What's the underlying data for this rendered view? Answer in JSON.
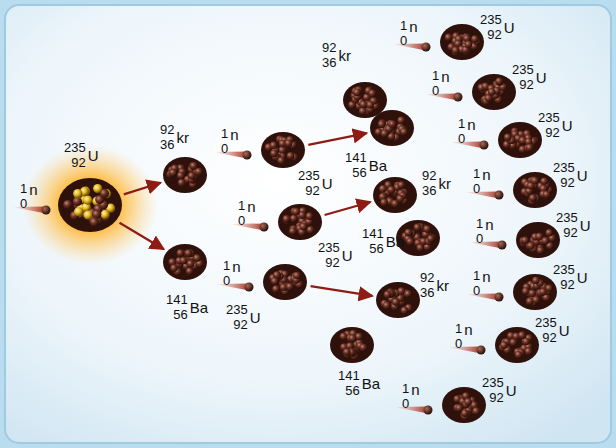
{
  "diagram": {
    "nodes": [
      {
        "text": [
          "235",
          "92",
          "U"
        ]
      },
      {
        "text": [
          "92",
          "36",
          "kr"
        ]
      },
      {
        "text": [
          "141",
          "56",
          "Ba"
        ]
      },
      {
        "text": [
          "235",
          "92",
          "U"
        ]
      },
      {
        "text": [
          "235",
          "92",
          "U"
        ]
      },
      {
        "text": [
          "235",
          "92",
          "U"
        ]
      },
      {
        "text": [
          "92",
          "36",
          "kr"
        ]
      },
      {
        "text": [
          "141",
          "56",
          "Ba"
        ]
      },
      {
        "text": [
          "92",
          "36",
          "kr"
        ]
      },
      {
        "text": [
          "141",
          "56",
          "Ba"
        ]
      },
      {
        "text": [
          "92",
          "36",
          "kr"
        ]
      },
      {
        "text": [
          "141",
          "56",
          "Ba"
        ]
      },
      {
        "text": [
          "235",
          "92",
          "U"
        ]
      },
      {
        "text": [
          "235",
          "92",
          "U"
        ]
      },
      {
        "text": [
          "235",
          "92",
          "U"
        ]
      },
      {
        "text": [
          "235",
          "92",
          "U"
        ]
      },
      {
        "text": [
          "235",
          "92",
          "U"
        ]
      },
      {
        "text": [
          "235",
          "92",
          "U"
        ]
      },
      {
        "text": [
          "235",
          "92",
          "U"
        ]
      },
      {
        "text": [
          "235",
          "92",
          "U"
        ]
      }
    ],
    "edges": [
      {
        "from": 0,
        "to": 1,
        "arrow": "to"
      },
      {
        "from": 0,
        "to": 2,
        "arrow": "to"
      },
      {
        "from": 3,
        "to": 7,
        "arrow": "to"
      },
      {
        "from": 4,
        "to": 8,
        "arrow": "to"
      },
      {
        "from": 5,
        "to": 10,
        "arrow": "to"
      }
    ],
    "labels": [
      "1",
      "0",
      "n",
      "1",
      "0",
      "n",
      "1",
      "0",
      "n",
      "1",
      "0",
      "n",
      "1",
      "0",
      "n",
      "1",
      "0",
      "n",
      "1",
      "0",
      "n",
      "1",
      "0",
      "n",
      "1",
      "0",
      "n",
      "1",
      "0",
      "n",
      "1",
      "0",
      "n",
      "1",
      "0",
      "n"
    ]
  }
}
